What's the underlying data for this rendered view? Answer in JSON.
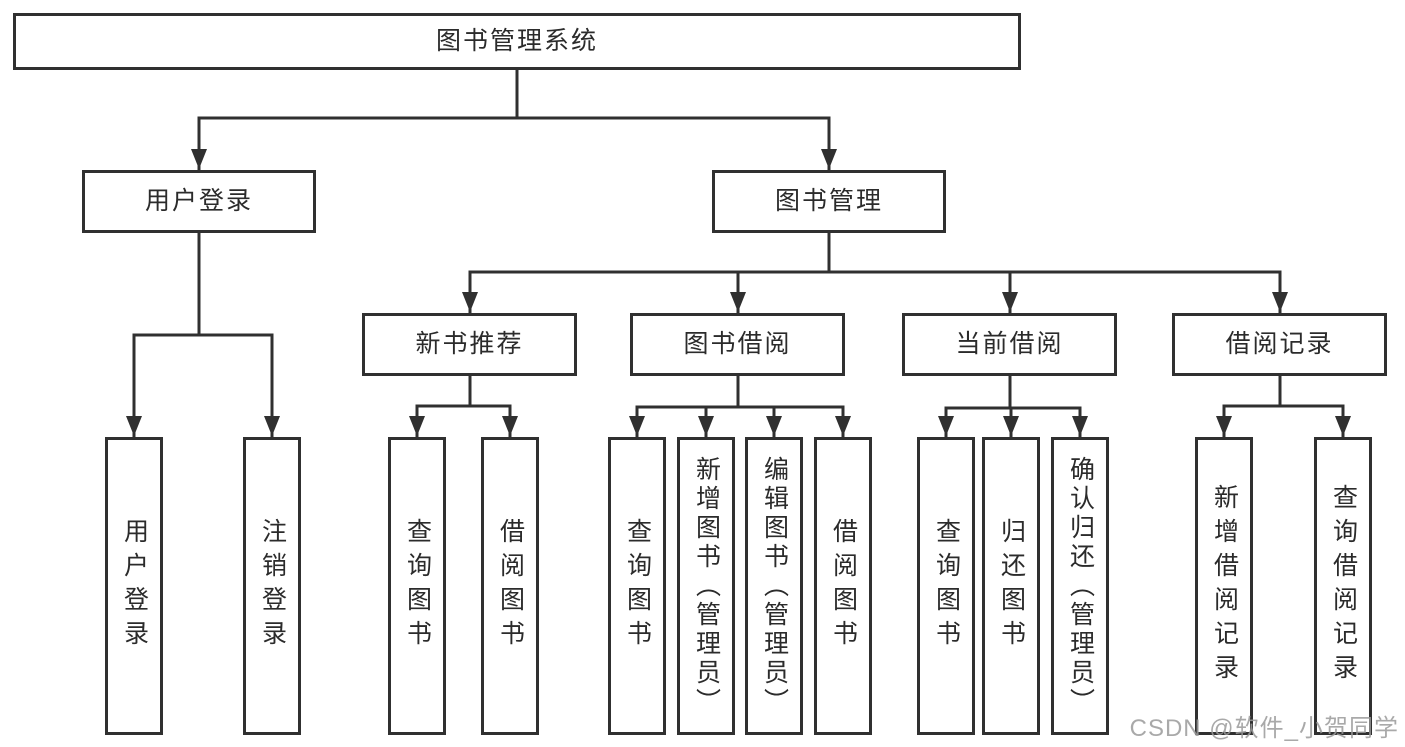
{
  "diagram": {
    "title": "图书管理系统",
    "watermark": "CSDN @软件_小贺同学",
    "colors": {
      "line": "#303030",
      "box_border": "#303030",
      "box_fill": "#ffffff",
      "text": "#2b2b2b",
      "watermark": "#9b9b9b"
    },
    "nodes": {
      "root": {
        "label": "图书管理系统"
      },
      "user_login": {
        "label": "用户登录"
      },
      "book_management": {
        "label": "图书管理"
      },
      "new_book_recommend": {
        "label": "新书推荐"
      },
      "book_borrowing": {
        "label": "图书借阅"
      },
      "current_borrowing": {
        "label": "当前借阅"
      },
      "borrowing_records": {
        "label": "借阅记录"
      },
      "leaf_user_login": {
        "label": "用户登录"
      },
      "leaf_logout": {
        "label": "注销登录"
      },
      "leaf_query_books_1": {
        "label": "查询图书"
      },
      "leaf_borrow_books_1": {
        "label": "借阅图书"
      },
      "leaf_query_books_2": {
        "label": "查询图书"
      },
      "leaf_add_book_admin": {
        "label": "新增图书（管理员）"
      },
      "leaf_edit_book_admin": {
        "label": "编辑图书（管理员）"
      },
      "leaf_borrow_books_2": {
        "label": "借阅图书"
      },
      "leaf_query_books_3": {
        "label": "查询图书"
      },
      "leaf_return_books": {
        "label": "归还图书"
      },
      "leaf_confirm_return_admin": {
        "label": "确认归还（管理员）"
      },
      "leaf_add_borrow_record": {
        "label": "新增借阅记录"
      },
      "leaf_query_borrow_record": {
        "label": "查询借阅记录"
      }
    },
    "structure": {
      "root": "图书管理系统",
      "children": [
        {
          "label": "用户登录",
          "children": [
            "用户登录",
            "注销登录"
          ]
        },
        {
          "label": "图书管理",
          "children": [
            {
              "label": "新书推荐",
              "children": [
                "查询图书",
                "借阅图书"
              ]
            },
            {
              "label": "图书借阅",
              "children": [
                "查询图书",
                "新增图书（管理员）",
                "编辑图书（管理员）",
                "借阅图书"
              ]
            },
            {
              "label": "当前借阅",
              "children": [
                "查询图书",
                "归还图书",
                "确认归还（管理员）"
              ]
            },
            {
              "label": "借阅记录",
              "children": [
                "新增借阅记录",
                "查询借阅记录"
              ]
            }
          ]
        }
      ]
    }
  }
}
